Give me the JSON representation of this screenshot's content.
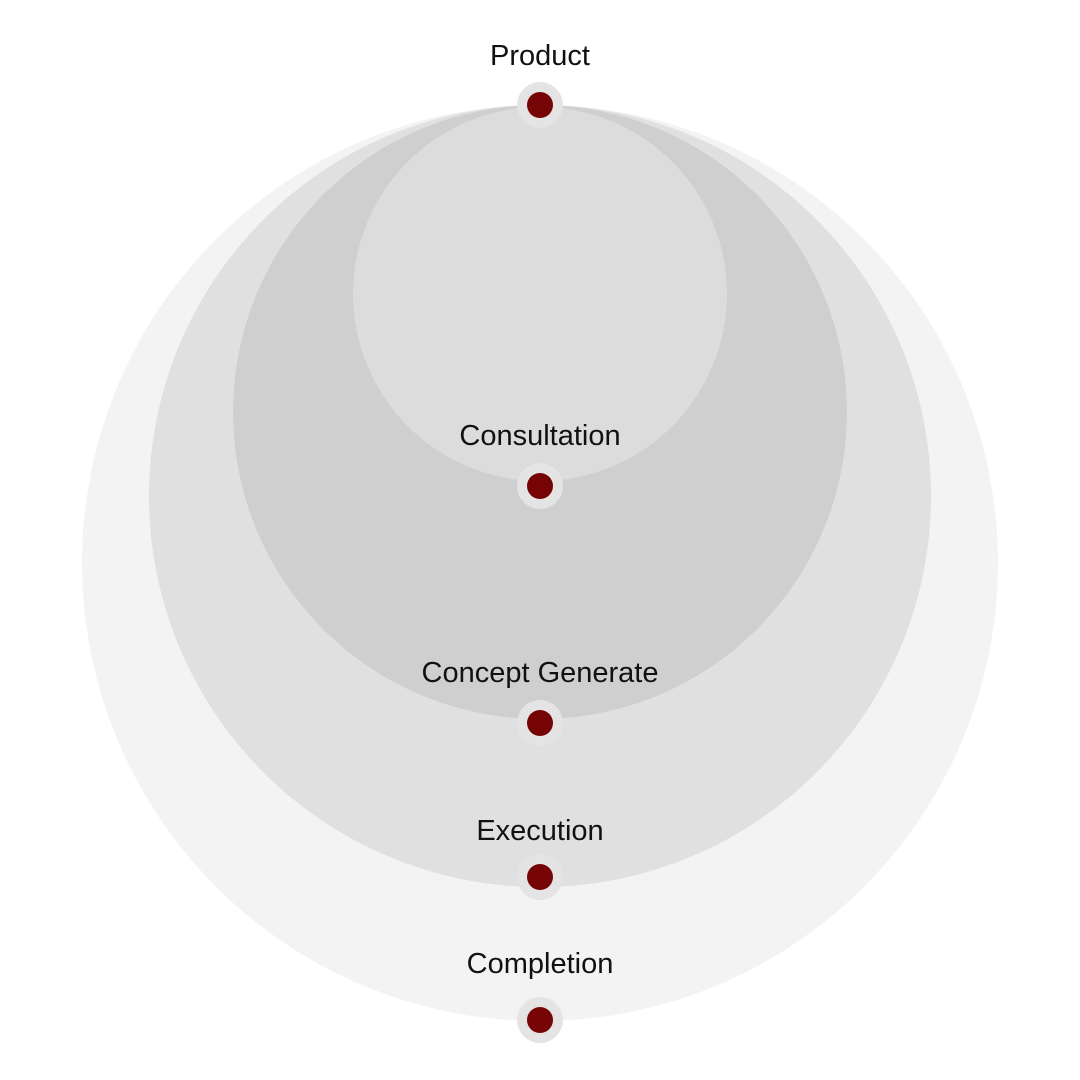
{
  "diagram": {
    "colors": {
      "ring_outer": "#f3f3f3",
      "ring_2": "#e0e0e0",
      "ring_3": "#cfcfcf",
      "ring_inner": "#dcdcdc",
      "marker_halo": "#e4e4e4",
      "marker_dot": "#760404",
      "label_text": "#111111"
    },
    "stages": [
      {
        "label": "Product",
        "icon": "dot-marker-icon"
      },
      {
        "label": "Consultation",
        "icon": "dot-marker-icon"
      },
      {
        "label": "Concept Generate",
        "icon": "dot-marker-icon"
      },
      {
        "label": "Execution",
        "icon": "dot-marker-icon"
      },
      {
        "label": "Completion",
        "icon": "dot-marker-icon"
      }
    ]
  }
}
